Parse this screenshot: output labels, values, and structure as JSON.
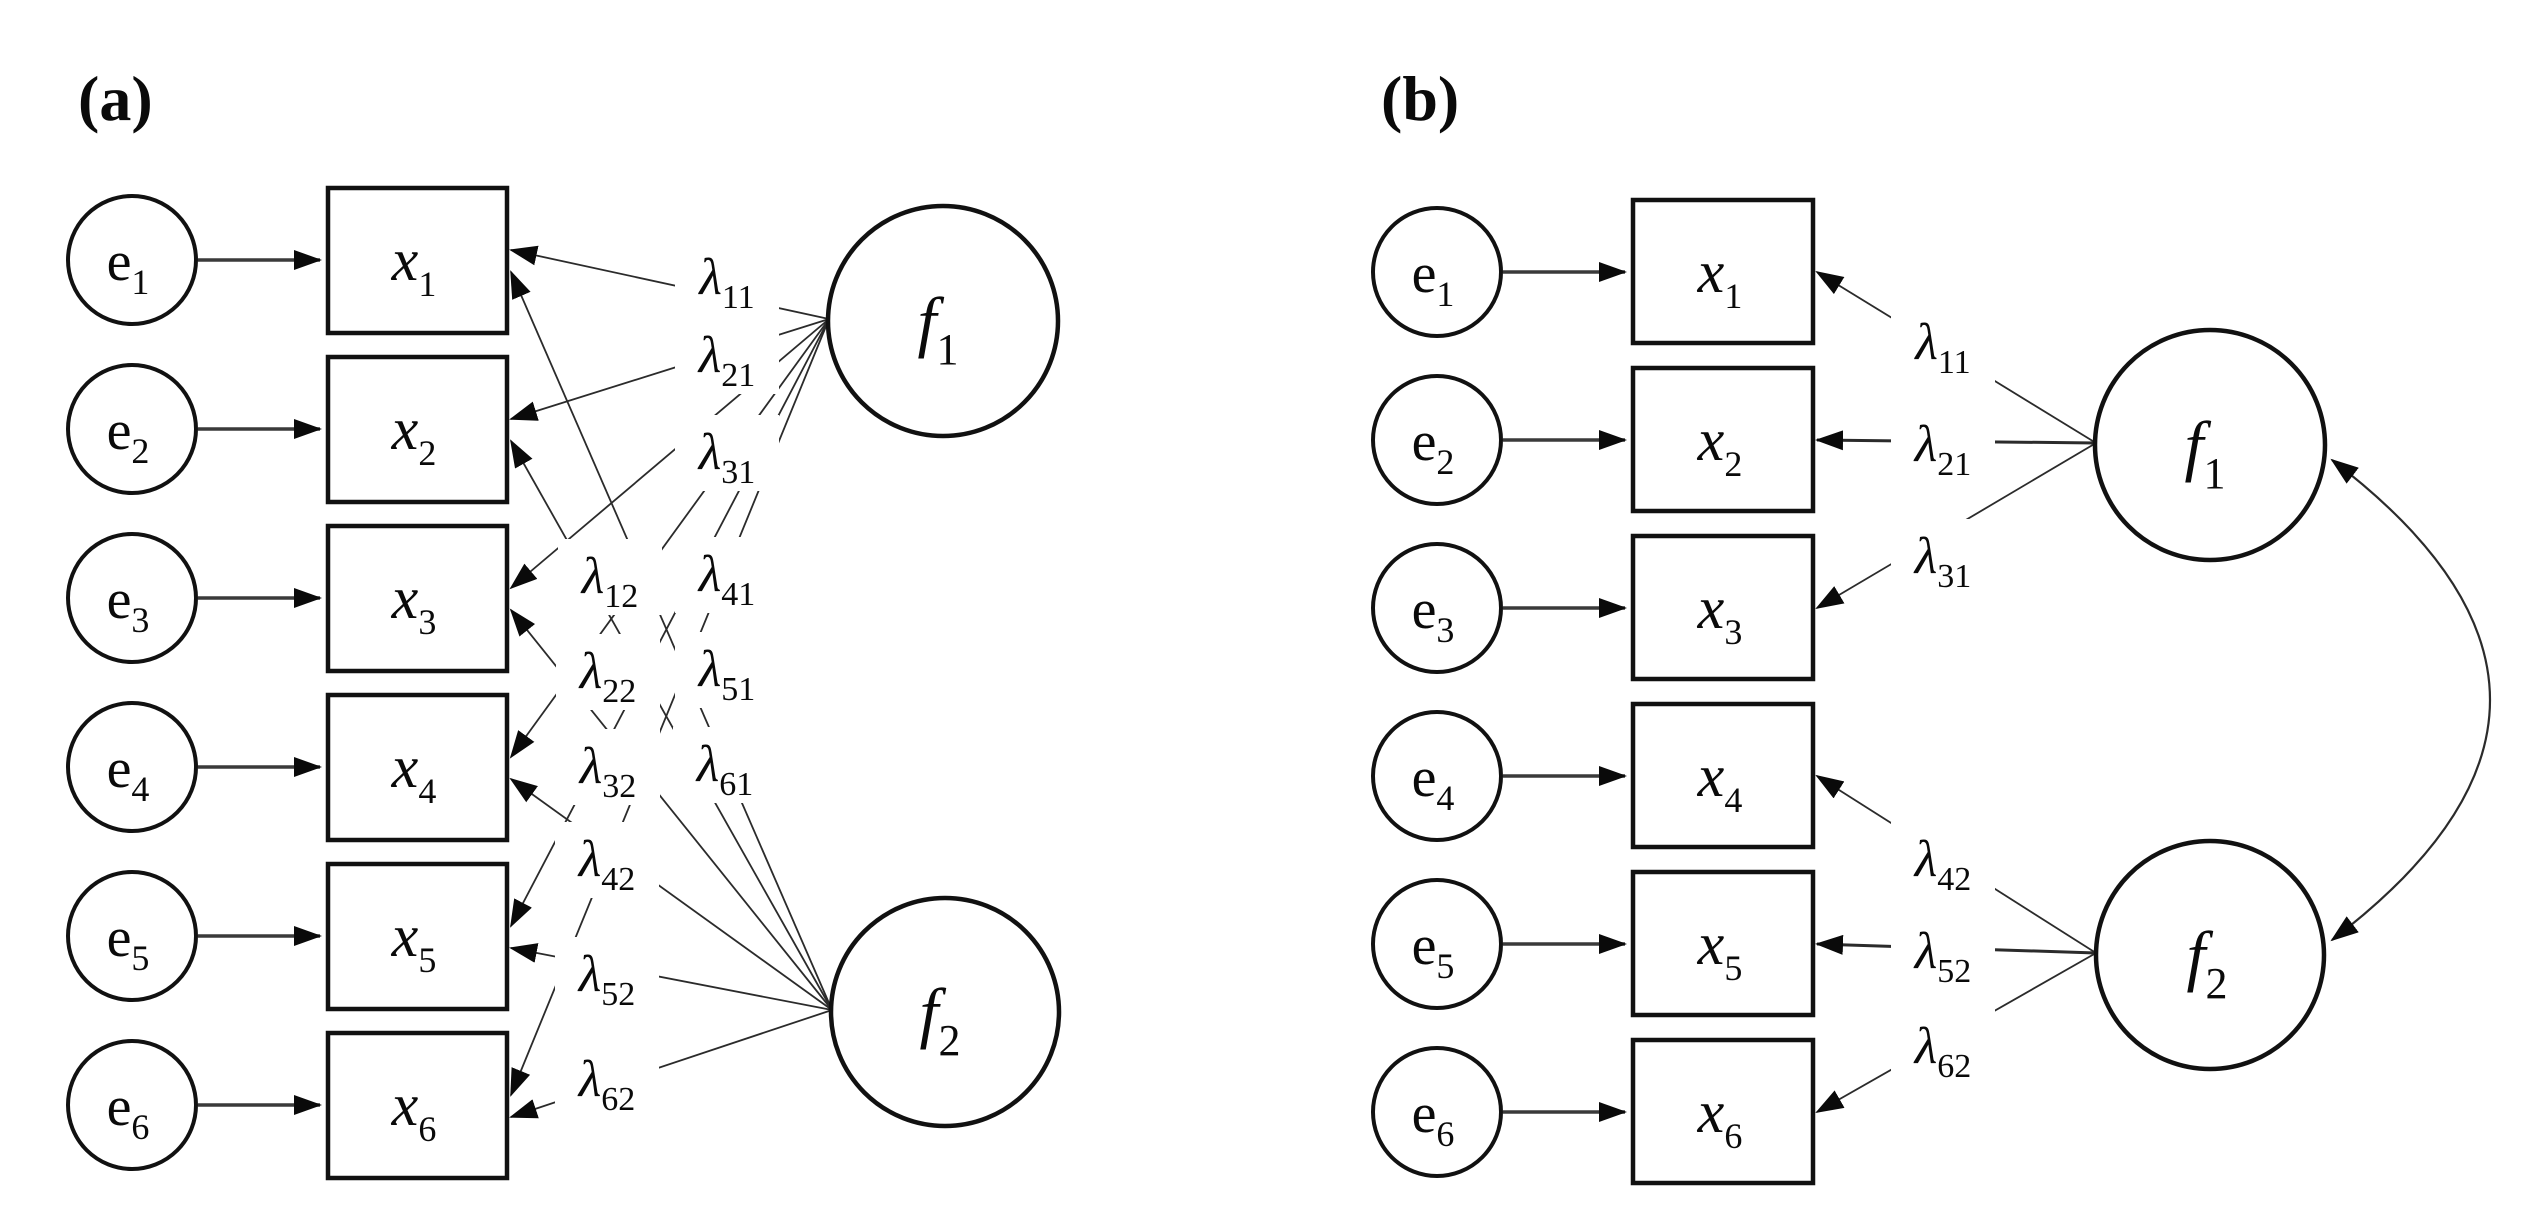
{
  "figure": {
    "description": "Two-panel path diagram: (a) exploratory factor model with all cross-loadings, (b) confirmatory factor model with simple structure and factor covariance",
    "colors": {
      "background": "#ffffff",
      "ink": "#0a0a0a",
      "line": "#2b2b2b"
    },
    "panel_a": {
      "label": "(a)",
      "errors": [
        {
          "sym": "e",
          "sub": "1"
        },
        {
          "sym": "e",
          "sub": "2"
        },
        {
          "sym": "e",
          "sub": "3"
        },
        {
          "sym": "e",
          "sub": "4"
        },
        {
          "sym": "e",
          "sub": "5"
        },
        {
          "sym": "e",
          "sub": "6"
        }
      ],
      "indicators": [
        {
          "sym": "x",
          "sub": "1"
        },
        {
          "sym": "x",
          "sub": "2"
        },
        {
          "sym": "x",
          "sub": "3"
        },
        {
          "sym": "x",
          "sub": "4"
        },
        {
          "sym": "x",
          "sub": "5"
        },
        {
          "sym": "x",
          "sub": "6"
        }
      ],
      "factors": [
        {
          "sym": "f",
          "sub": "1"
        },
        {
          "sym": "f",
          "sub": "2"
        }
      ],
      "loadings": {
        "f1": [
          {
            "sym": "λ",
            "sub": "11"
          },
          {
            "sym": "λ",
            "sub": "21"
          },
          {
            "sym": "λ",
            "sub": "31"
          },
          {
            "sym": "λ",
            "sub": "41"
          },
          {
            "sym": "λ",
            "sub": "51"
          },
          {
            "sym": "λ",
            "sub": "61"
          }
        ],
        "f2": [
          {
            "sym": "λ",
            "sub": "12"
          },
          {
            "sym": "λ",
            "sub": "22"
          },
          {
            "sym": "λ",
            "sub": "32"
          },
          {
            "sym": "λ",
            "sub": "42"
          },
          {
            "sym": "λ",
            "sub": "52"
          },
          {
            "sym": "λ",
            "sub": "62"
          }
        ]
      }
    },
    "panel_b": {
      "label": "(b)",
      "errors": [
        {
          "sym": "e",
          "sub": "1"
        },
        {
          "sym": "e",
          "sub": "2"
        },
        {
          "sym": "e",
          "sub": "3"
        },
        {
          "sym": "e",
          "sub": "4"
        },
        {
          "sym": "e",
          "sub": "5"
        },
        {
          "sym": "e",
          "sub": "6"
        }
      ],
      "indicators": [
        {
          "sym": "x",
          "sub": "1"
        },
        {
          "sym": "x",
          "sub": "2"
        },
        {
          "sym": "x",
          "sub": "3"
        },
        {
          "sym": "x",
          "sub": "4"
        },
        {
          "sym": "x",
          "sub": "5"
        },
        {
          "sym": "x",
          "sub": "6"
        }
      ],
      "factors": [
        {
          "sym": "f",
          "sub": "1"
        },
        {
          "sym": "f",
          "sub": "2"
        }
      ],
      "loadings": {
        "f1": [
          {
            "sym": "λ",
            "sub": "11"
          },
          {
            "sym": "λ",
            "sub": "21"
          },
          {
            "sym": "λ",
            "sub": "31"
          }
        ],
        "f2": [
          {
            "sym": "λ",
            "sub": "42"
          },
          {
            "sym": "λ",
            "sub": "52"
          },
          {
            "sym": "λ",
            "sub": "62"
          }
        ]
      }
    }
  }
}
